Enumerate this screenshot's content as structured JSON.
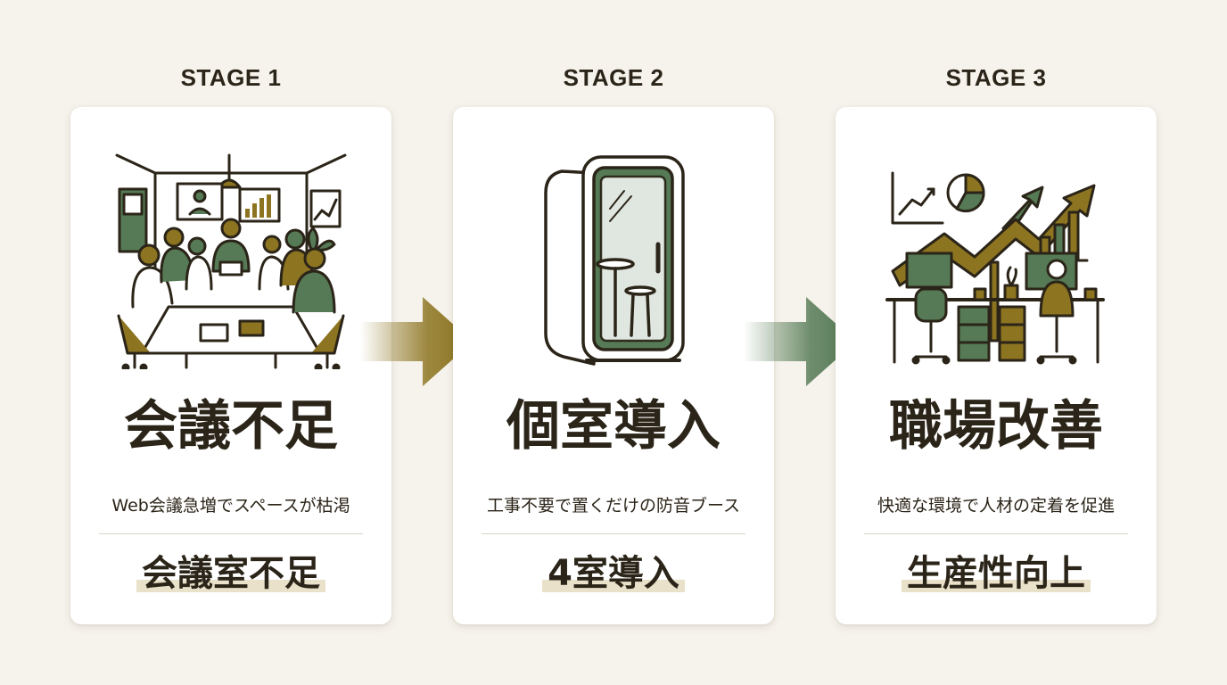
{
  "colors": {
    "olive": "#8c7420",
    "green": "#557a55",
    "ink": "#2b2418",
    "highlight": "#e9e1c9"
  },
  "stages": [
    {
      "label": "STAGE 1",
      "title": "会議不足",
      "subtitle": "Web会議急増でスペースが枯渇",
      "result": "会議室不足",
      "icon": "crowded-meeting-room-icon"
    },
    {
      "label": "STAGE 2",
      "title": "個室導入",
      "subtitle": "工事不要で置くだけの防音ブース",
      "result": "4室導入",
      "icon": "phone-booth-icon"
    },
    {
      "label": "STAGE 3",
      "title": "職場改善",
      "subtitle": "快適な環境で人材の定着を促進",
      "result": "生産性向上",
      "icon": "office-growth-icon"
    }
  ],
  "arrows": [
    {
      "icon": "arrow-right-icon",
      "color": "#8c7420"
    },
    {
      "icon": "arrow-right-icon",
      "color": "#557a55"
    }
  ]
}
